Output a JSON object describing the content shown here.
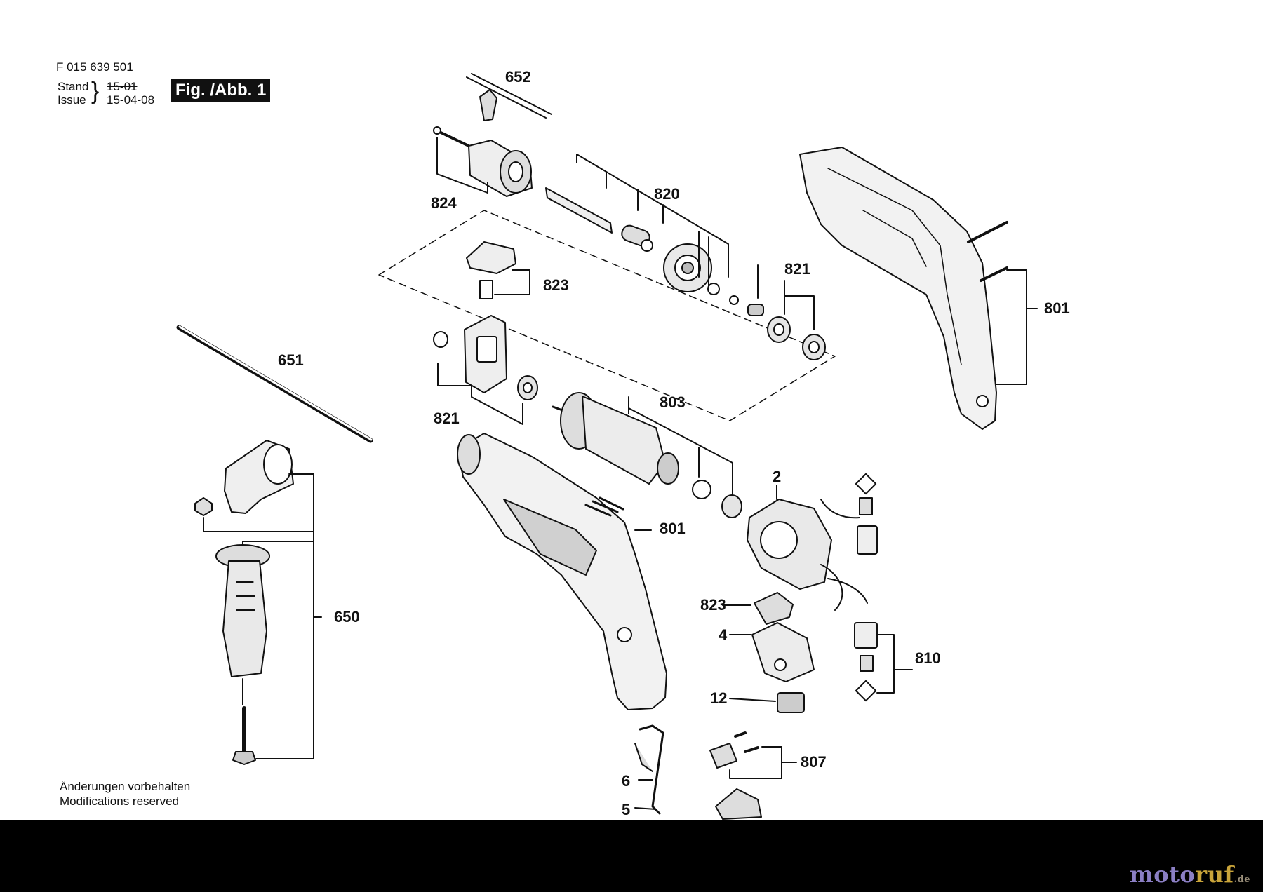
{
  "header": {
    "doc_number": "F 015 639 501",
    "stand_label": "Stand",
    "issue_label": "Issue",
    "stand_value": "15-01",
    "issue_value": "15-04-08",
    "figure_label": "Fig. /Abb. 1"
  },
  "callouts": {
    "c652": "652",
    "c824": "824",
    "c820": "820",
    "c823a": "823",
    "c821a": "821",
    "c801a": "801",
    "c651": "651",
    "c821b": "821",
    "c803": "803",
    "c2": "2",
    "c801b": "801",
    "c823b": "823",
    "c4": "4",
    "c810": "810",
    "c650": "650",
    "c12": "12",
    "c807": "807",
    "c6": "6",
    "c5": "5"
  },
  "footer": {
    "note_de": "Änderungen vorbehalten",
    "note_en": "Modifications reserved"
  },
  "watermark": {
    "part1": "moto",
    "part2": "ruf",
    "suffix": ".de"
  },
  "colors": {
    "line": "#111111",
    "band": "#000000"
  }
}
